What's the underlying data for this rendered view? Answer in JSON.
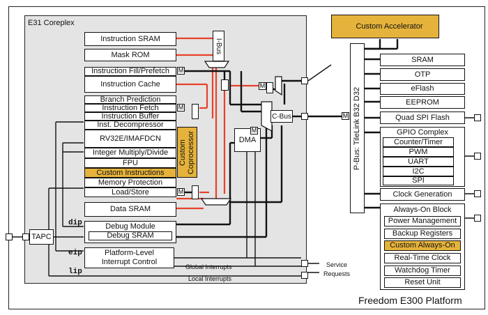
{
  "platform_title": "Freedom E300 Platform",
  "coreplex_title": "E31 Coreplex",
  "core_blocks": {
    "instruction_sram": "Instruction SRAM",
    "mask_rom": "Mask ROM",
    "ifetch_prefetch": "Instruction Fill/Prefetch",
    "icache": "Instruction Cache",
    "branch_prediction": "Branch Prediction",
    "instruction_fetch": "Instruction Fetch",
    "instruction_buffer": "Instruction Buffer",
    "inst_decompressor": "Inst. Decompressor",
    "rv32": "RV32E/IMAFDCN",
    "int_mul_div": "Integer Multiply/Divide",
    "fpu": "FPU",
    "custom_instructions": "Custom Instructions",
    "memory_protection": "Memory Protection",
    "load_store": "Load/Store",
    "custom_coprocessor": "Custom Coprocessor",
    "data_sram": "Data SRAM",
    "debug_module": "Debug Module",
    "debug_sram": "Debug SRAM",
    "plic": "Platform-Level Interrupt Control",
    "dma": "DMA"
  },
  "buses": {
    "ibus": "I-Bus",
    "cbus": "C-Bus",
    "pbus": "P-Bus:  TileLink B32 D32"
  },
  "signals": {
    "dip": "dip",
    "eip": "eip",
    "lip": "lip",
    "global_interrupts": "Global Interrupts",
    "local_interrupts": "Local Interrupts",
    "service_requests": "Service Requests",
    "tapc": "TAPC",
    "m": "M"
  },
  "peripherals": {
    "custom_accelerator": "Custom Accelerator",
    "sram": "SRAM",
    "otp": "OTP",
    "eflash": "eFlash",
    "eeprom": "EEPROM",
    "quad_spi": "Quad SPI Flash",
    "gpio_complex": "GPIO Complex",
    "gpio_items": [
      "Counter/Timer",
      "PWM",
      "UART",
      "I2C",
      "SPI"
    ],
    "clock_generation": "Clock Generation",
    "always_on_block": "Always-On Block",
    "always_on_items": [
      "Power Management",
      "Backup Registers",
      "Custom Always-On",
      "Real-Time Clock",
      "Watchdog Timer",
      "Reset Unit"
    ]
  },
  "colors": {
    "accent_gold": "#e5b33b",
    "coreplex_bg": "#e4e4e4",
    "bus_red": "#e8402a",
    "line_black": "#111111"
  }
}
